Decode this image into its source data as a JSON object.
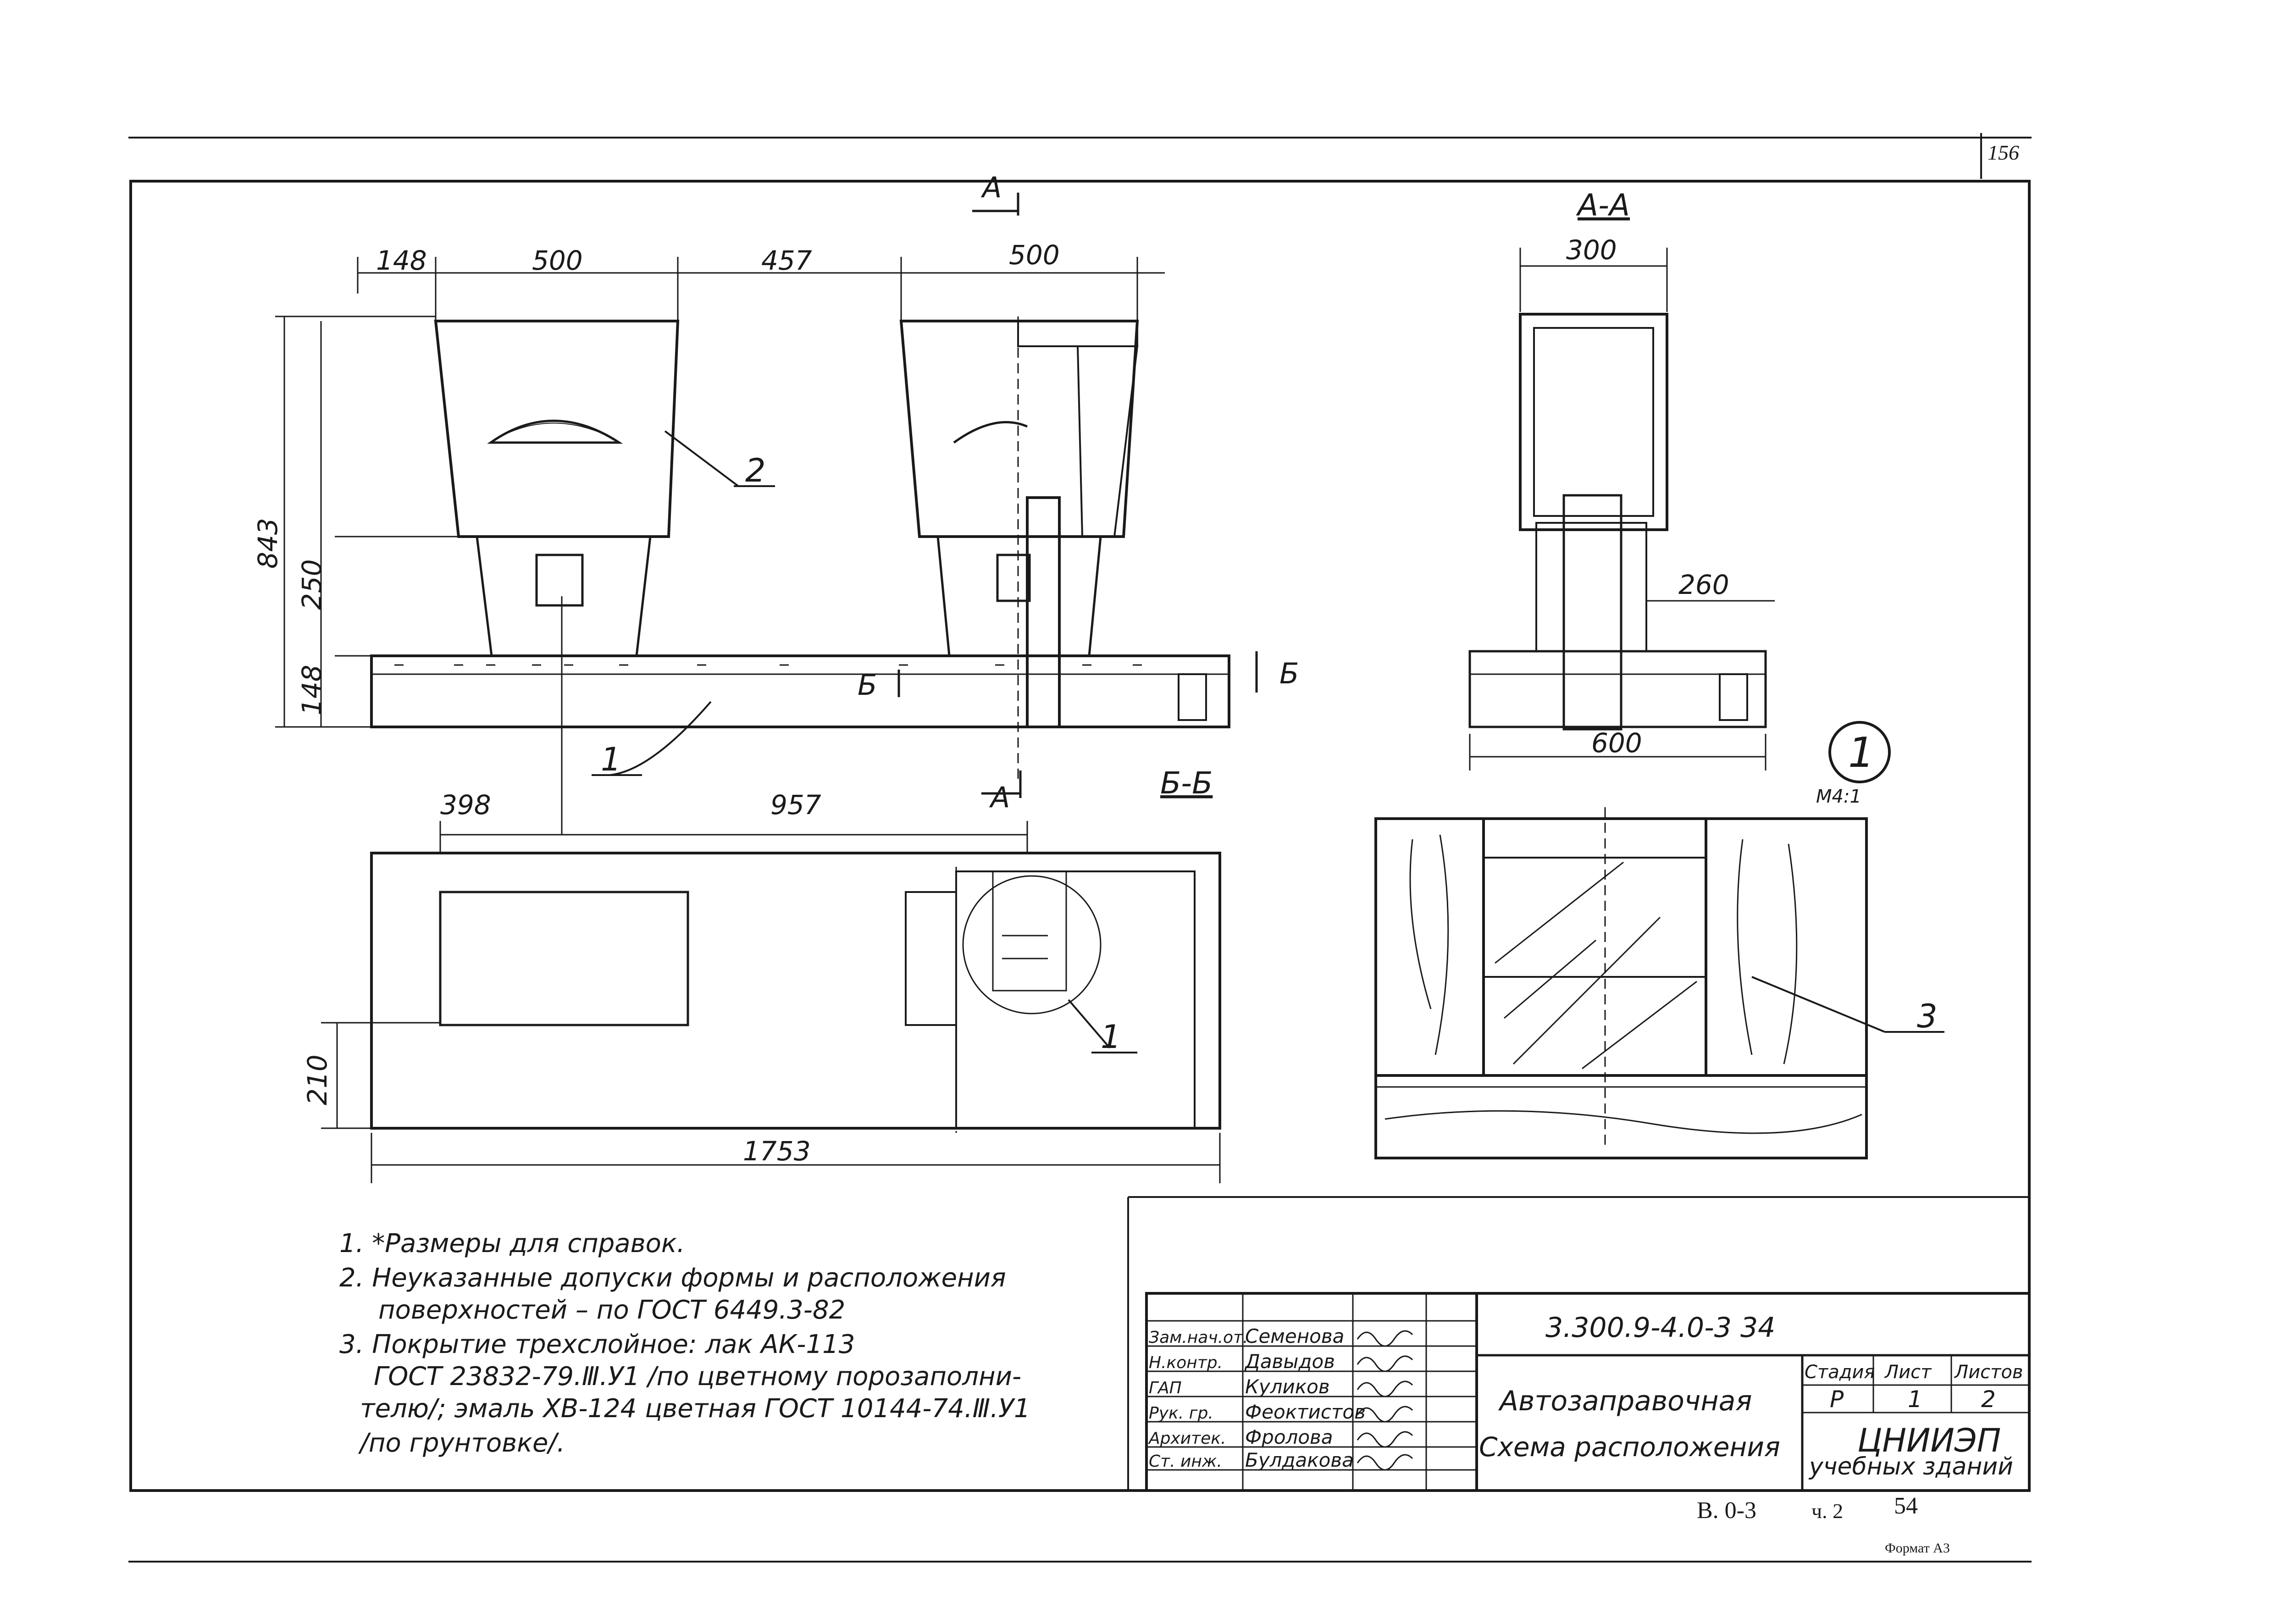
{
  "sheet": {
    "page_number": "156",
    "format_label": "Формат А3",
    "album_ref": {
      "code": "В. 0-3",
      "part": "ч. 2",
      "page": "54"
    }
  },
  "views": {
    "section_aa": "А-А",
    "section_bb": "Б-Б",
    "cut_a": "А",
    "cut_b": "Б",
    "detail_marker": "1",
    "detail_scale": "М4:1"
  },
  "dimensions": {
    "front_148": "148",
    "front_500a": "500",
    "front_457": "457",
    "front_500b": "500",
    "front_843": "843",
    "front_250": "250",
    "front_148v": "148",
    "plan_398": "398",
    "plan_957": "957",
    "plan_210": "210",
    "plan_1753": "1753",
    "aa_300": "300",
    "aa_260": "260",
    "aa_600": "600"
  },
  "callouts": {
    "pos1": "1",
    "pos2": "2",
    "pos3": "3",
    "pos1_plan": "1"
  },
  "notes": [
    "1. *Размеры для справок.",
    "2. Неуказанные допуски формы и расположения",
    "поверхностей – по ГОСТ 6449.3-82",
    "3. Покрытие трехслойное: лак АК-113",
    "ГОСТ 23832-79.Ⅲ.У1 /по цветному порозаполни-",
    "телю/; эмаль ХВ-124 цветная ГОСТ 10144-74.Ⅲ.У1",
    "/по грунтовке/."
  ],
  "title_block": {
    "doc_code": "3.300.9-4.0-3 34",
    "object": "Автозаправочная",
    "sheet_title": "Схема расположения",
    "org": "ЦНИИЭП",
    "org_sub": "учебных зданий",
    "stage_h": "Стадия",
    "sheet_h": "Лист",
    "sheets_h": "Листов",
    "stage": "Р",
    "sheet_no": "1",
    "sheets_total": "2",
    "roles": [
      {
        "role": "Зам.нач.от.",
        "name": "Семенова"
      },
      {
        "role": "Н.контр.",
        "name": "Давыдов"
      },
      {
        "role": "ГАП",
        "name": "Куликов"
      },
      {
        "role": "Рук. гр.",
        "name": "Феоктистов"
      },
      {
        "role": "Архитек.",
        "name": "Фролова"
      },
      {
        "role": "Ст. инж.",
        "name": "Булдакова"
      }
    ]
  }
}
